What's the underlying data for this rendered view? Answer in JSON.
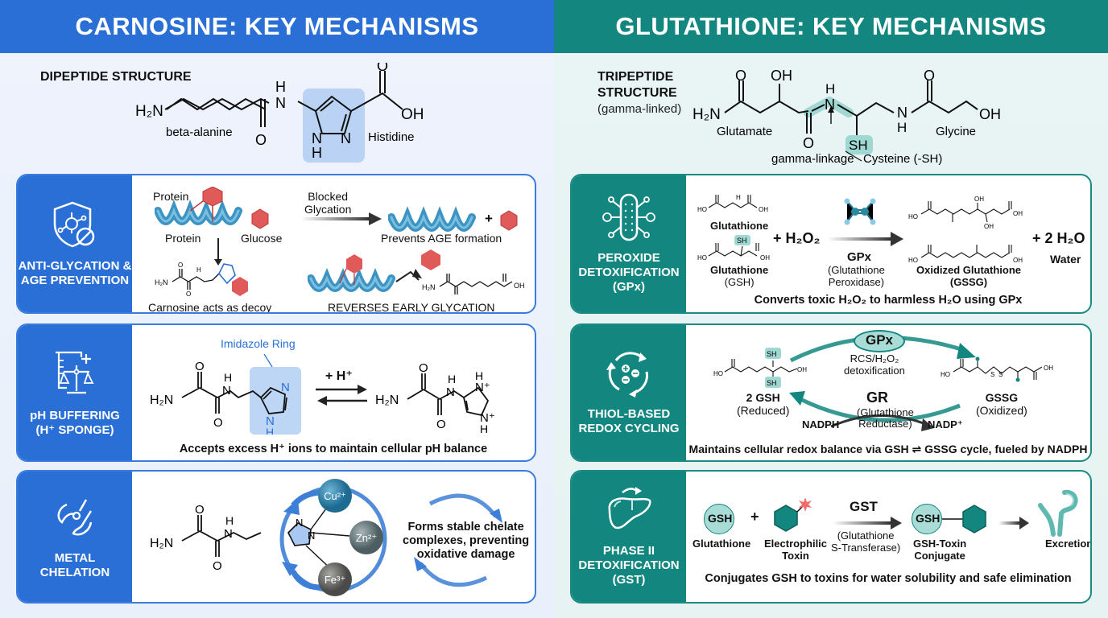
{
  "left": {
    "title": "CARNOSINE: KEY MECHANISMS",
    "structure": {
      "title": "DIPEPTIDE STRUCTURE",
      "labels": {
        "h2n": "H₂N",
        "nh_h": "H",
        "nh_n": "N",
        "o_top": "O",
        "oh": "OH",
        "o_bottom": "O",
        "ring_n1": "N",
        "ring_n2": "N",
        "ring_h": "H",
        "beta_alanine": "beta-alanine",
        "histidine": "Histidine"
      }
    },
    "cards": [
      {
        "icon": "shield-molecule-icon",
        "title_line1": "ANTI-GLYCATION &",
        "title_line2": "AGE PREVENTION",
        "protein_top": "Protein",
        "protein": "Protein",
        "glucose": "Glucose",
        "arrow_label_line1": "Blocked",
        "arrow_label_line2": "Glycation",
        "plus": "+",
        "prevents": "Prevents AGE formation",
        "decoy": "Carnosine acts as decoy",
        "reverses": "REVERSES EARLY GLYCATION"
      },
      {
        "icon": "beaker-scale-icon",
        "title_line1": "pH BUFFERING",
        "title_line2": "(H⁺ SPONGE)",
        "ring_label": "Imidazole Ring",
        "plus_h": "+ H⁺",
        "caption": "Accepts excess H⁺ ions to maintain cellular pH balance"
      },
      {
        "icon": "chelation-claw-icon",
        "title_line1": "METAL",
        "title_line2": "CHELATION",
        "metals": [
          "Cu²⁺",
          "Zn²⁺",
          "Fe³⁺"
        ],
        "caption_line1": "Forms stable chelate",
        "caption_line2": "complexes, preventing",
        "caption_line3": "oxidative damage"
      }
    ],
    "colors": {
      "accent": "#2a6fd6",
      "glucose": "#e05a5a",
      "helix": "#3d94c4"
    }
  },
  "right": {
    "title": "GLUTATHIONE: KEY MECHANISMS",
    "structure": {
      "title_line1": "TRIPEPTIDE",
      "title_line2": "STRUCTURE",
      "subtitle": "(gamma-linked)",
      "labels": {
        "h2n": "H₂N",
        "o1": "O",
        "oh_top": "OH",
        "nh_h": "H",
        "nh_n": "N",
        "o2": "O",
        "sh": "SH",
        "n2": "N",
        "h2": "H",
        "o3": "O",
        "oh_end": "OH",
        "glutamate": "Glutamate",
        "glycine": "Glycine",
        "gamma": "gamma-linkage",
        "cysteine": "Cysteine (-SH)"
      }
    },
    "cards": [
      {
        "icon": "capsule-network-icon",
        "title_line1": "PEROXIDE",
        "title_line2": "DETOXIFICATION",
        "title_line3": "(GPx)",
        "glutathione": "Glutathione",
        "glutathione_gsh": "Glutathione",
        "gsh": "(GSH)",
        "sh": "SH",
        "plus_h2o2": "+ H₂O₂",
        "enzyme": "GPx",
        "enzyme_full_line1": "(Glutathione",
        "enzyme_full_line2": "Peroxidase)",
        "product": "Oxidized Glutathione",
        "product_abbr": "(GSSG)",
        "plus_water": "+ 2 H₂O",
        "water": "Water",
        "caption": "Converts toxic H₂O₂ to harmless H₂O using GPx"
      },
      {
        "icon": "redox-cycle-icon",
        "title_line1": "THIOL-BASED",
        "title_line2": "REDOX CYCLING",
        "gpx": "GPx",
        "rcs_line1": "RCS/H₂O₂",
        "rcs_line2": "detoxification",
        "gsh": "2 GSH",
        "reduced": "(Reduced)",
        "gssg": "GSSG",
        "oxidized": "(Oxidized)",
        "gr": "GR",
        "gr_full_line1": "(Glutathione",
        "gr_full_line2": "Reductase)",
        "nadph": "NADPH",
        "nadp": "NADP⁺",
        "sh": "SH",
        "caption": "Maintains cellular redox balance via GSH ⇌ GSSG cycle, fueled by NADPH"
      },
      {
        "icon": "liver-icon",
        "title_line1": "PHASE II",
        "title_line2": "DETOXIFICATION",
        "title_line3": "(GST)",
        "gsh": "GSH",
        "glutathione": "Glutathione",
        "plus": "+",
        "toxin_line1": "Electrophilic",
        "toxin_line2": "Toxin",
        "enzyme": "GST",
        "enzyme_full_line1": "(Glutathione",
        "enzyme_full_line2": "S-Transferase)",
        "conj_line1": "GSH-Toxin",
        "conj_line2": "Conjugate",
        "excretion": "Excretion",
        "caption": "Conjugates GSH to toxins for water solubility and safe elimination"
      }
    ],
    "colors": {
      "accent": "#13877f",
      "highlight": "#9fd8d2",
      "toxin": "#138a80"
    }
  }
}
